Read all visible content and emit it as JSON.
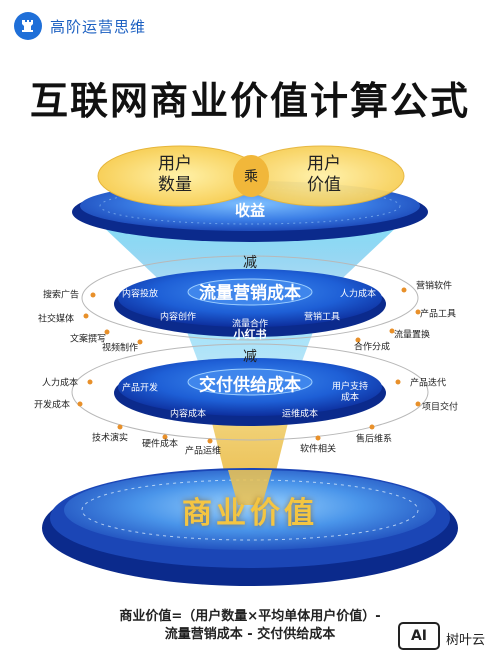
{
  "brand": {
    "name": "高阶运营思维",
    "icon": "chess-rook-icon"
  },
  "title": "互联网商业价值计算公式",
  "venn": {
    "left_line1": "用户",
    "left_line2": "数量",
    "right_line1": "用户",
    "right_line2": "价值",
    "operator": "乘",
    "result": "收益"
  },
  "minus_1": "减",
  "minus_2": "减",
  "marketing": {
    "title": "流量营销成本",
    "inner": [
      "内容投放",
      "内容创作",
      "流量合作",
      "营销工具",
      "人力成本"
    ],
    "outer_left": [
      "搜索广告",
      "社交媒体",
      "文案撰写",
      "视频制作"
    ],
    "outer_right": [
      "营销软件",
      "产品工具",
      "流量置换",
      "合作分成"
    ]
  },
  "delivery": {
    "title": "交付供给成本",
    "inner": [
      "产品开发",
      "内容成本",
      "运维成本",
      "用户支持成本"
    ],
    "outer_left": [
      "人力成本",
      "开发成本",
      "技术演实",
      "硬件成本",
      "产品运维"
    ],
    "outer_right": [
      "产品迭代",
      "项目交付",
      "售后维系",
      "软件相关"
    ]
  },
  "value": {
    "title": "商业价值"
  },
  "watermark_center": "小红书",
  "formula": {
    "line1": "商业价值=（用户数量×平均单体用户价值）-",
    "line2": "流量营销成本 - 交付供给成本"
  },
  "watermark": {
    "badge": "AI",
    "name": "树叶云"
  },
  "colors": {
    "primary_blue": "#1e5fd6",
    "dark_blue": "#0d2f9e",
    "cyan": "#4fd6f0",
    "gold": "#f4c542",
    "yellow_venn": "#fbe07a",
    "dot_orange": "#e8902a"
  }
}
